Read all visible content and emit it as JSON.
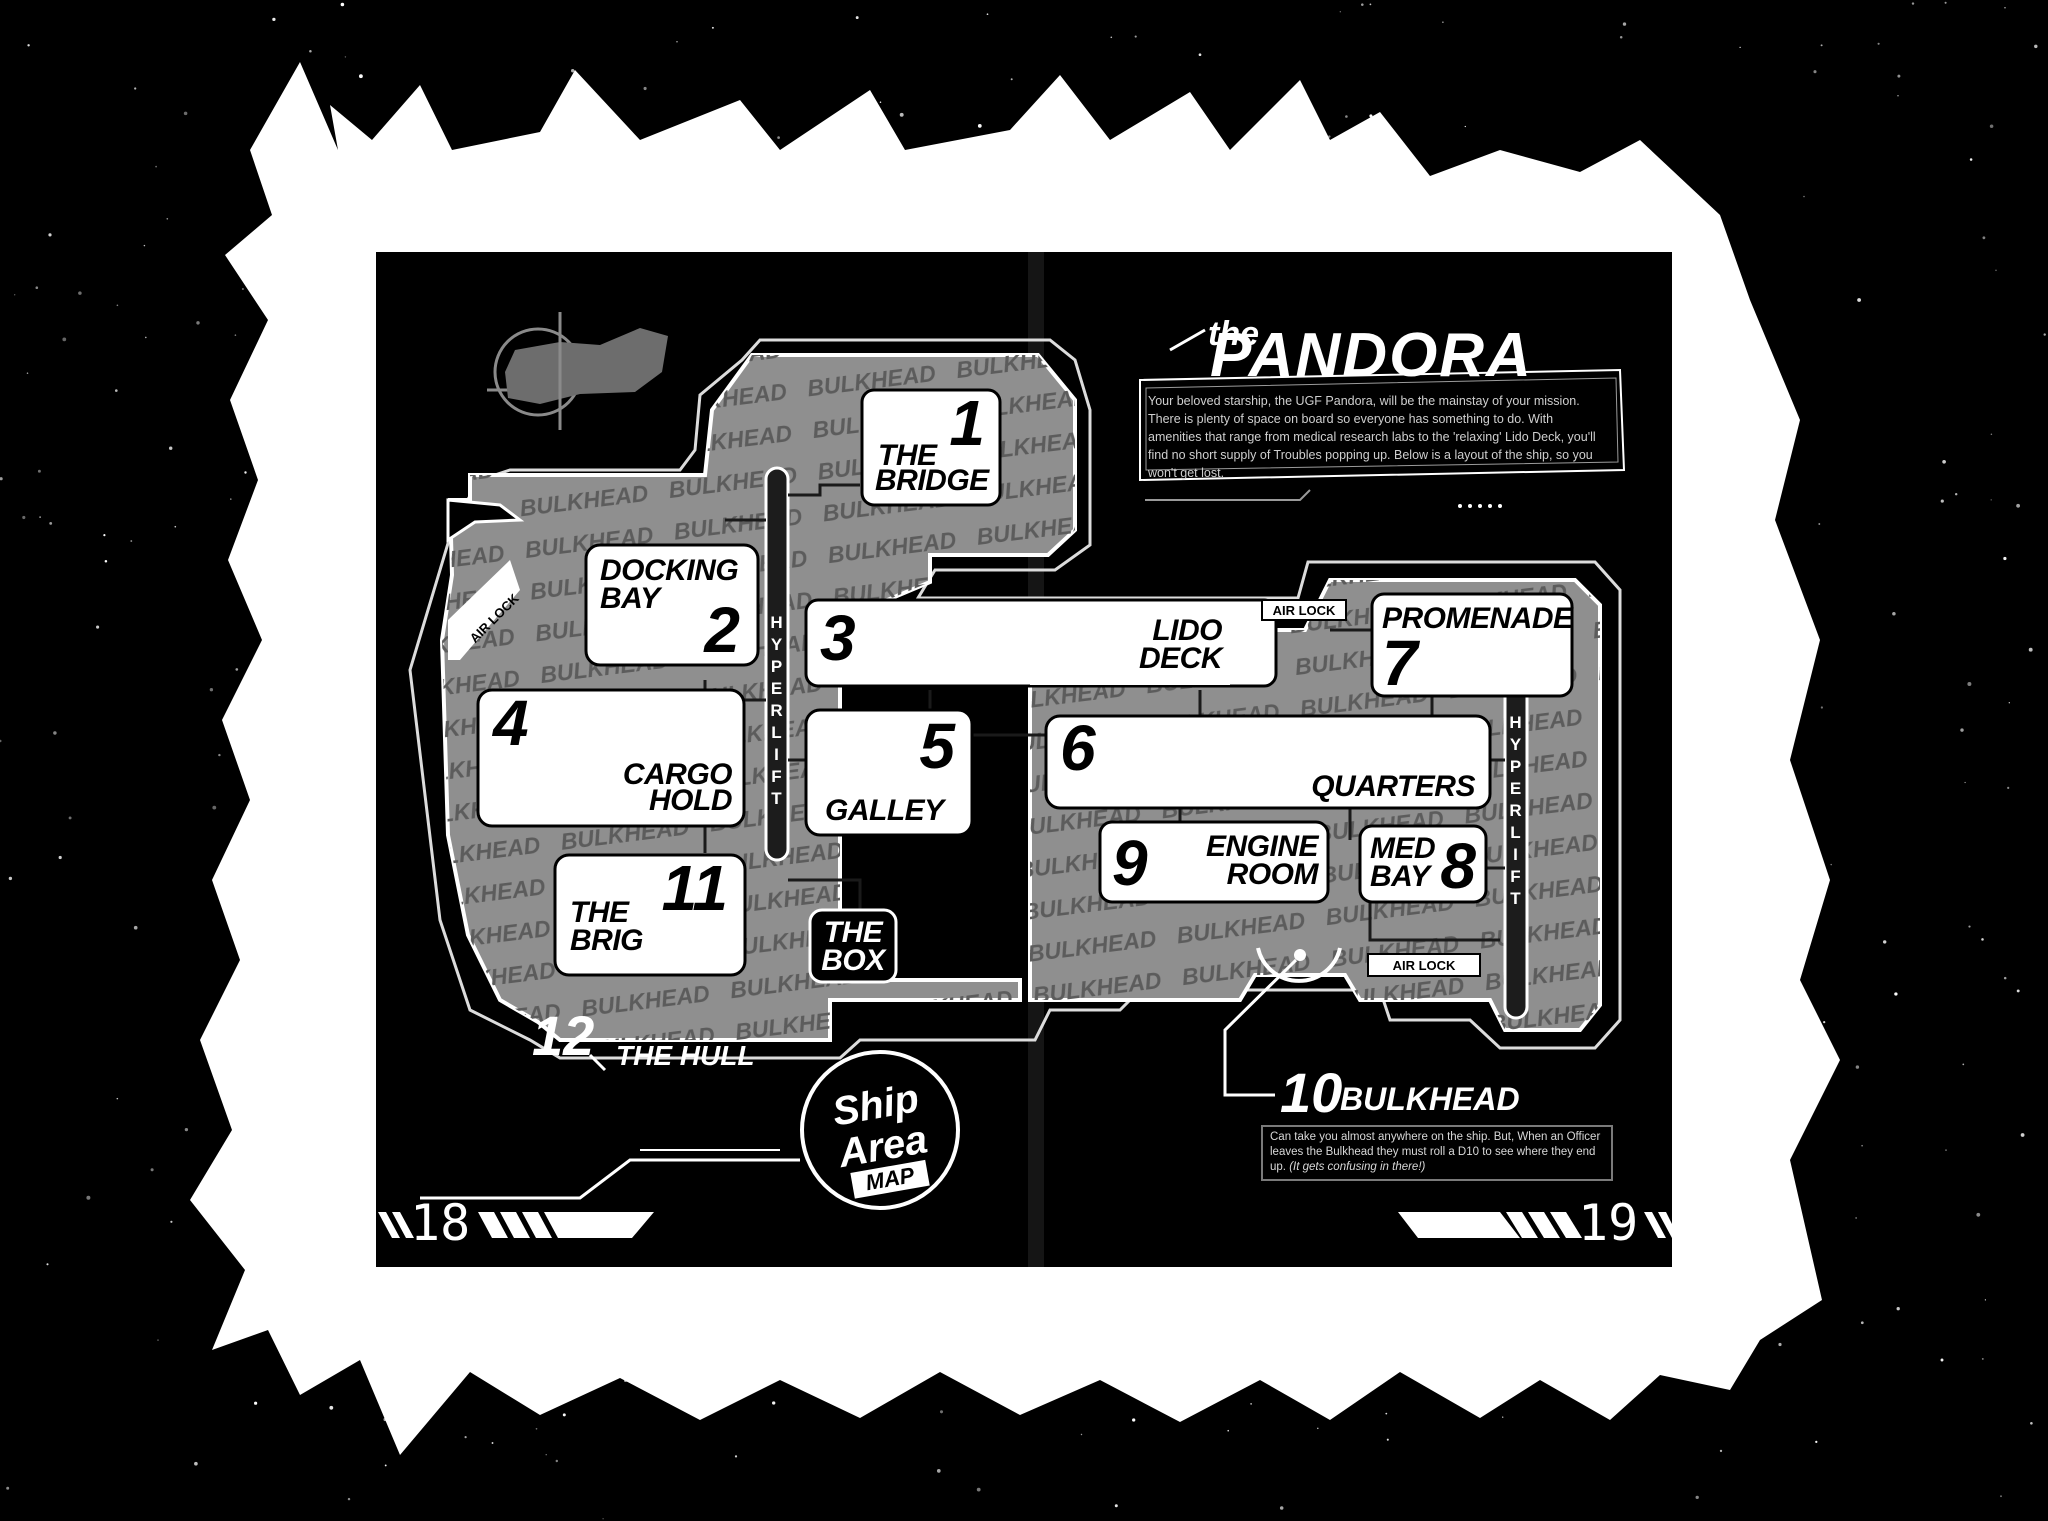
{
  "page": {
    "title_small": "the",
    "title_big": "PANDORA",
    "intro_text": "Your beloved starship, the UGF Pandora, will be the mainstay of your mission. There is plenty of space on board so everyone has something to do. With amenities that range from medical research labs to the 'relaxing' Lido Deck, you'll find no short supply of Troubles popping up. Below is a layout of the ship, so you won't get lost.",
    "stamp": [
      "Ship",
      "Area",
      "MAP"
    ],
    "page_left": "18",
    "page_right": "19"
  },
  "labels": {
    "bulkhead_text": "BULKHEAD",
    "hyperlift": [
      "H",
      "Y",
      "P",
      "E",
      "R",
      "L",
      "I",
      "F",
      "T"
    ],
    "airlock": "AIR LOCK"
  },
  "rooms": [
    {
      "num": "1",
      "name": [
        "THE",
        "BRIDGE"
      ]
    },
    {
      "num": "2",
      "name": [
        "DOCKING",
        "BAY"
      ]
    },
    {
      "num": "3",
      "name": []
    },
    {
      "num": "4",
      "name": [
        "CARGO",
        "HOLD"
      ]
    },
    {
      "num": "5",
      "name": [
        "GALLEY"
      ]
    },
    {
      "num": "6",
      "name": [
        "QUARTERS"
      ]
    },
    {
      "num": "7",
      "name": [
        "PROMENADE"
      ]
    },
    {
      "num": "8",
      "name": [
        "MED",
        "BAY"
      ]
    },
    {
      "num": "9",
      "name": [
        "ENGINE",
        "ROOM"
      ]
    },
    {
      "num": "11",
      "name": [
        "THE",
        "BRIG"
      ]
    }
  ],
  "extra_labels": {
    "lido": [
      "LIDO",
      "DECK"
    ],
    "box": [
      "THE",
      "BOX"
    ],
    "hull_num": "12",
    "hull_name": "THE HULL",
    "bulkhead_num": "10",
    "bulkhead_name": "BULKHEAD"
  },
  "bulkhead_note": {
    "text": "Can take you almost anywhere on the ship. But, When an Officer leaves the Bulkhead they must roll a D10 to see where they end up.",
    "italic": "(It gets confusing in there!)"
  }
}
